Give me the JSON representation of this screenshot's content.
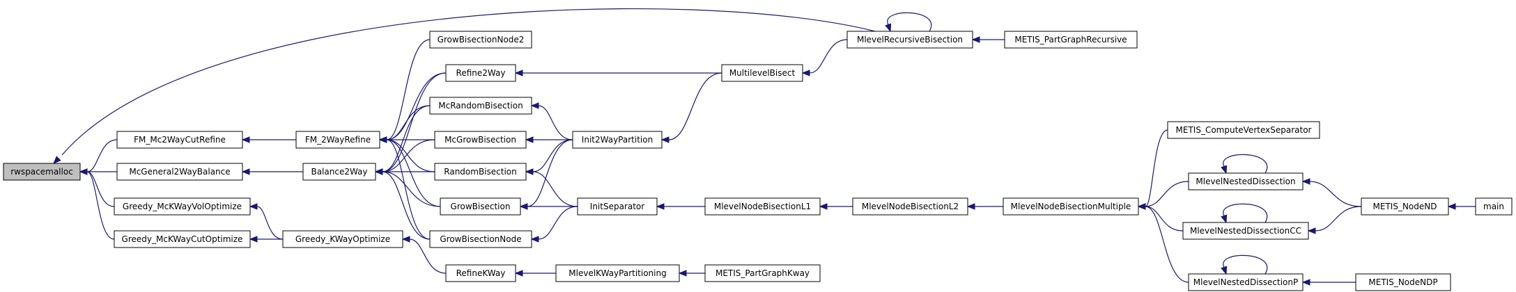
{
  "colors": {
    "edge": "#191970",
    "node_fill": "#ffffff",
    "root_fill": "#bfbfbf",
    "node_stroke": "#000000"
  },
  "nodes": {
    "rwspacemalloc": "rwspacemalloc",
    "fm_mc2waycutrefine": "FM_Mc2WayCutRefine",
    "mcgeneral2waybalance": "McGeneral2WayBalance",
    "greedy_mckwayvoloptimize": "Greedy_McKWayVolOptimize",
    "greedy_mckwaycutoptimize": "Greedy_McKWayCutOptimize",
    "fm_2wayrefine": "FM_2WayRefine",
    "balance2way": "Balance2Way",
    "greedy_kwayoptimize": "Greedy_KWayOptimize",
    "growbisectionnode2": "GrowBisectionNode2",
    "refine2way": "Refine2Way",
    "mcrandombisection": "McRandomBisection",
    "mcgrowbisection": "McGrowBisection",
    "randombisection": "RandomBisection",
    "growbisection": "GrowBisection",
    "growbisectionnode": "GrowBisectionNode",
    "refinekway": "RefineKWay",
    "init2waypartition": "Init2WayPartition",
    "initseparator": "InitSeparator",
    "multilevelbisect": "MultilevelBisect",
    "mlevelkwaypartitioning": "MlevelKWayPartitioning",
    "metis_partgraphkway": "METIS_PartGraphKway",
    "mlevelrecursivebisection": "MlevelRecursiveBisection",
    "metis_partgraphrecursive": "METIS_PartGraphRecursive",
    "mlevelnodebisectionl1": "MlevelNodeBisectionL1",
    "mlevelnodebisectionl2": "MlevelNodeBisectionL2",
    "mlevelnodebisectionmultiple": "MlevelNodeBisectionMultiple",
    "metis_computevertexseparator": "METIS_ComputeVertexSeparator",
    "mlevelnesteddissection": "MlevelNestedDissection",
    "mlevelnesteddissectioncc": "MlevelNestedDissectionCC",
    "mlevelnesteddissectionp": "MlevelNestedDissectionP",
    "metis_nodend": "METIS_NodeND",
    "metis_nodendp": "METIS_NodeNDP",
    "main": "main"
  }
}
